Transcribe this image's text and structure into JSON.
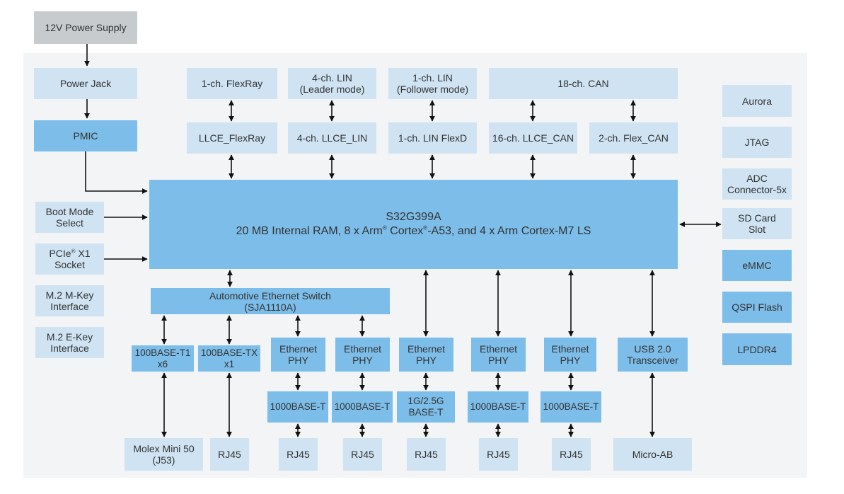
{
  "power": {
    "supply": "12V Power Supply",
    "jack": "Power Jack",
    "pmic": "PMIC"
  },
  "top": {
    "flexray": "1-ch. FlexRay",
    "lin_leader": "4-ch. LIN\n(Leader mode)",
    "lin_follower": "1-ch. LIN\n(Follower mode)",
    "can": "18-ch. CAN",
    "llce_flexray": "LLCE_FlexRay",
    "llce_lin": "4-ch. LLCE_LIN",
    "lin_flexd": "1-ch. LIN FlexD",
    "llce_can": "16-ch. LLCE_CAN",
    "flex_can": "2-ch. Flex_CAN"
  },
  "soc": {
    "name": "S32G399A",
    "desc_1": "20 MB Internal RAM, 8 x Arm",
    "desc_2": " Cortex",
    "desc_3": "-A53, and 4 x Arm Cortex-M7 LS",
    "reg": "®"
  },
  "left": {
    "boot": "Boot Mode\nSelect",
    "pcie_1": "PCIe",
    "pcie_reg": "®",
    "pcie_2": " X1\nSocket",
    "m2m": "M.2 M-Key\nInterface",
    "m2e": "M.2 E-Key\nInterface"
  },
  "right": {
    "aurora": "Aurora",
    "jtag": "JTAG",
    "adc": "ADC\nConnector-5x",
    "sd": "SD Card\nSlot",
    "emmc": "eMMC",
    "qspi": "QSPI Flash",
    "lpddr": "LPDDR4"
  },
  "switch": "Automotive Ethernet Switch\n(SJA1110A)",
  "ports": {
    "t1": "100BASE-T1\nx6",
    "tx": "100BASE-TX\nx1",
    "phy": "Ethernet\nPHY",
    "base_1000": "1000BASE-T",
    "base_2g5": "1G/2.5G\nBASE-T",
    "usb": "USB 2.0\nTransceiver"
  },
  "connectors": {
    "molex": "Molex Mini 50\n(J53)",
    "rj45": "RJ45",
    "microab": "Micro-AB"
  }
}
